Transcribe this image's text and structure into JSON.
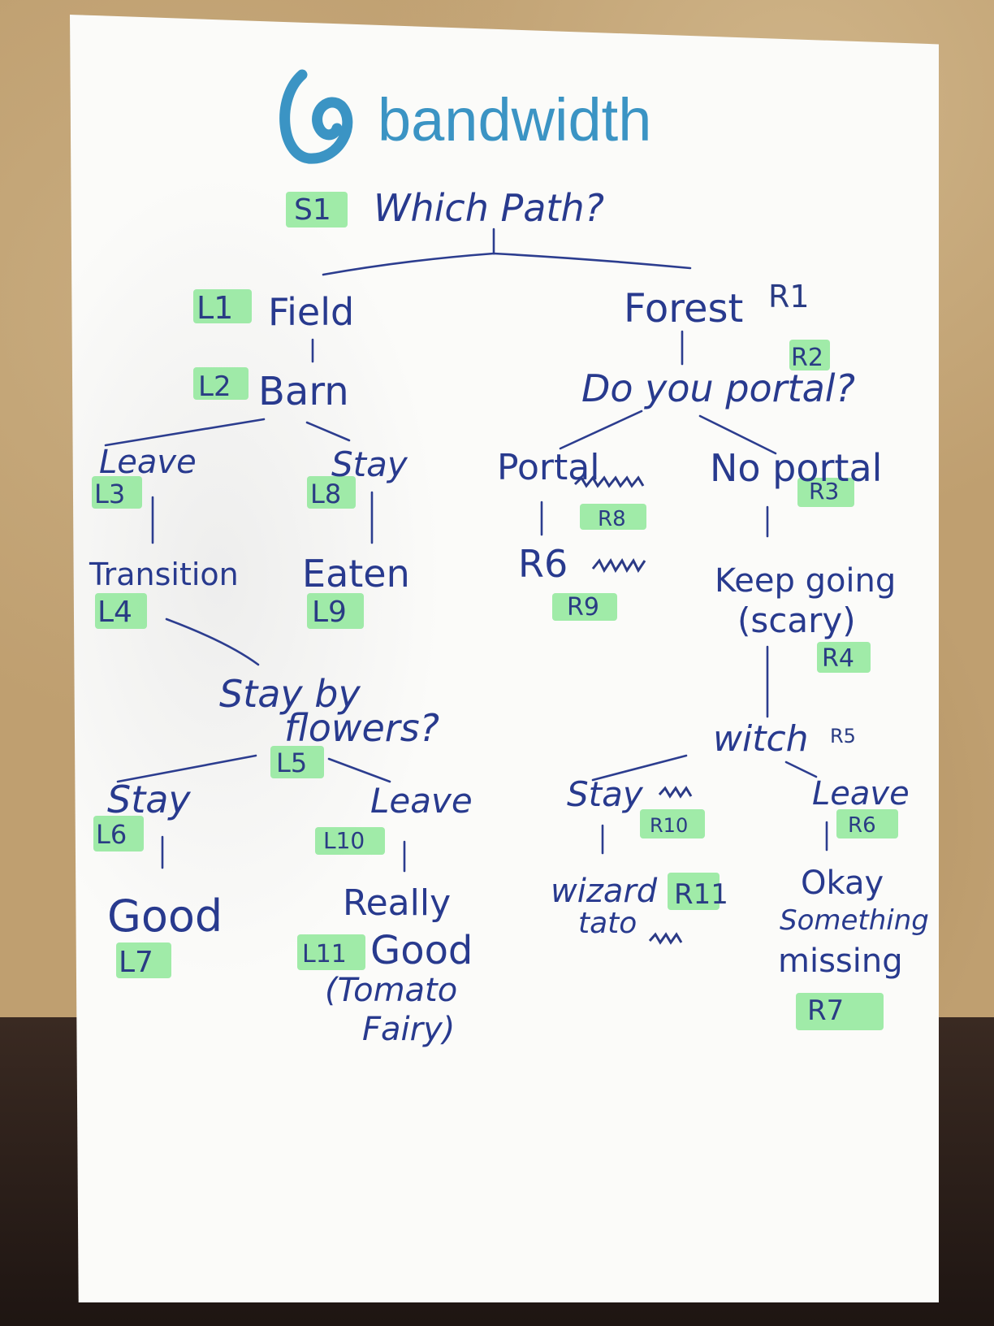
{
  "logo": {
    "text": "bandwidth",
    "color": "#3b94c4"
  },
  "colors": {
    "ink": "#283a8e",
    "highlighter": "#8fe89a"
  },
  "root": {
    "tag": "S1",
    "text": "Which Path?"
  },
  "left": {
    "field": {
      "tag": "L1",
      "text": "Field"
    },
    "barn": {
      "tag": "L2",
      "text": "Barn"
    },
    "leave": {
      "tag": "L3",
      "text": "Leave"
    },
    "stay": {
      "tag": "L8",
      "text": "Stay"
    },
    "transition": {
      "tag": "L4",
      "text": "Transition"
    },
    "eaten": {
      "tag": "L9",
      "text": "Eaten"
    },
    "flowers": {
      "tag": "L5",
      "line1": "Stay by",
      "line2": "flowers?"
    },
    "stay2": {
      "tag": "L6",
      "text": "Stay"
    },
    "leave2": {
      "tag": "L10",
      "text": "Leave"
    },
    "good": {
      "tag": "L7",
      "text": "Good"
    },
    "really_good": {
      "tag": "L11",
      "line1": "Really",
      "line2": "Good",
      "line3": "(Tomato",
      "line4": "Fairy)"
    }
  },
  "right": {
    "forest": {
      "tag": "R1",
      "text": "Forest"
    },
    "portal_q": {
      "tag": "R2",
      "text": "Do you portal?"
    },
    "portal": {
      "tag": "R8",
      "text": "Portal"
    },
    "no_portal": {
      "tag": "R3",
      "text": "No portal"
    },
    "r6": {
      "tag": "R9",
      "text": "R6"
    },
    "keep_going": {
      "tag": "R4",
      "line1": "Keep going",
      "line2": "(scary)"
    },
    "witch": {
      "tag": "R5",
      "text": "witch"
    },
    "stay": {
      "tag": "R10",
      "text": "Stay"
    },
    "leave": {
      "tag": "R6",
      "text": "Leave"
    },
    "wizard": {
      "tag": "R11",
      "line1": "wizard",
      "line2": "tato"
    },
    "okay": {
      "tag": "R7",
      "line1": "Okay",
      "line2": "Something",
      "line3": "missing"
    }
  }
}
